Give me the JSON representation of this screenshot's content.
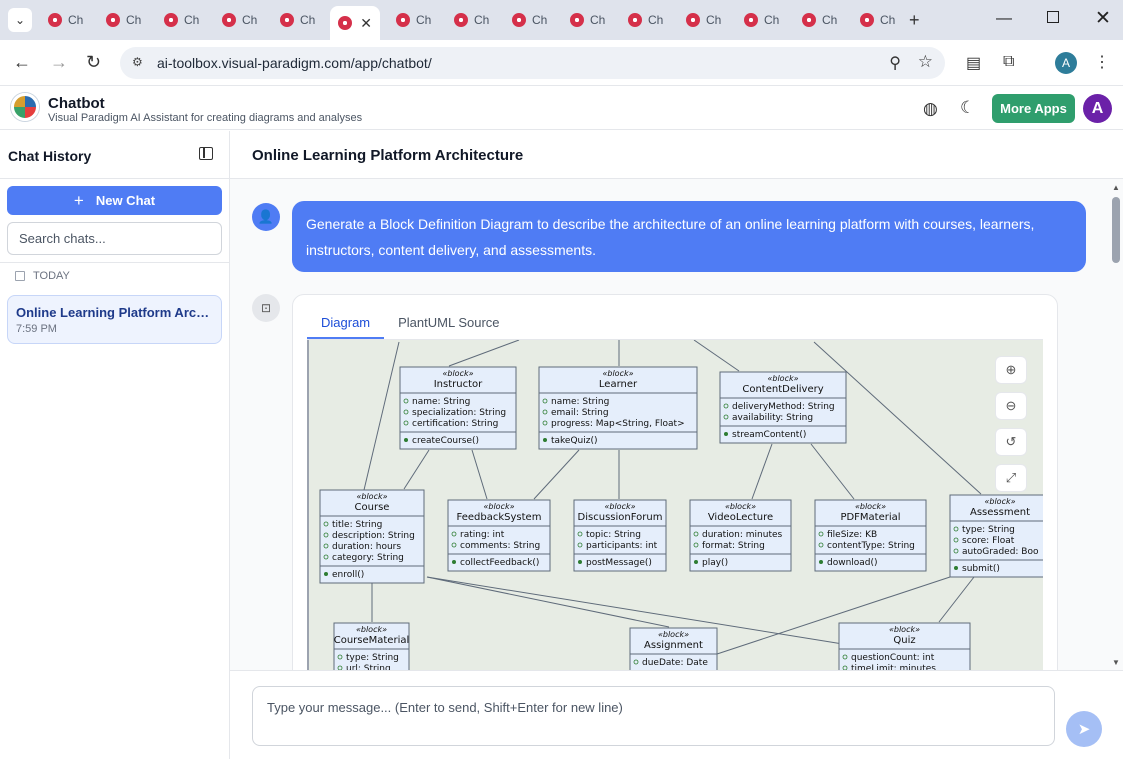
{
  "browser": {
    "tabs": [
      {
        "label": "Ch"
      },
      {
        "label": "Ch"
      },
      {
        "label": "Ch"
      },
      {
        "label": "Ch"
      },
      {
        "label": "Ch"
      },
      {
        "label": "",
        "active": true
      },
      {
        "label": "Ch"
      },
      {
        "label": "Ch"
      },
      {
        "label": "Ch"
      },
      {
        "label": "Ch"
      },
      {
        "label": "Ch"
      },
      {
        "label": "Ch"
      },
      {
        "label": "Ch"
      },
      {
        "label": "Ch"
      },
      {
        "label": "Ch"
      }
    ],
    "url": "ai-toolbox.visual-paradigm.com/app/chatbot/",
    "profile_initial": "A"
  },
  "app": {
    "title": "Chatbot",
    "subtitle": "Visual Paradigm AI Assistant for creating diagrams and analyses",
    "more_apps_label": "More Apps",
    "avatar_initial": "A",
    "accent_color": "#4f7cf4",
    "more_apps_color": "#2f9e6d"
  },
  "sidebar": {
    "title": "Chat History",
    "new_chat_label": "New Chat",
    "search_placeholder": "Search chats...",
    "group_label": "TODAY",
    "items": [
      {
        "title": "Online Learning Platform Architecture",
        "time": "7:59 PM"
      }
    ]
  },
  "main": {
    "title": "Online Learning Platform Architecture",
    "user_message": "Generate a Block Definition Diagram to describe the architecture of an online learning platform with courses, learners, instructors, content delivery, and assessments.",
    "tabs": [
      {
        "label": "Diagram",
        "active": true
      },
      {
        "label": "PlantUML Source",
        "active": false
      }
    ],
    "composer_placeholder": "Type your message... (Enter to send, Shift+Enter for new line)"
  },
  "diagram": {
    "stereotype": "«block»",
    "blocks": [
      {
        "name": "Instructor",
        "attrs": [
          "name: String",
          "specialization: String",
          "certification: String"
        ],
        "ops": [
          "createCourse()"
        ]
      },
      {
        "name": "Learner",
        "attrs": [
          "name: String",
          "email: String",
          "progress: Map<String, Float>"
        ],
        "ops": [
          "takeQuiz()"
        ]
      },
      {
        "name": "ContentDelivery",
        "attrs": [
          "deliveryMethod: String",
          "availability: String"
        ],
        "ops": [
          "streamContent()"
        ]
      },
      {
        "name": "Course",
        "attrs": [
          "title: String",
          "description: String",
          "duration: hours",
          "category: String"
        ],
        "ops": [
          "enroll()"
        ]
      },
      {
        "name": "FeedbackSystem",
        "attrs": [
          "rating: int",
          "comments: String"
        ],
        "ops": [
          "collectFeedback()"
        ]
      },
      {
        "name": "DiscussionForum",
        "attrs": [
          "topic: String",
          "participants: int"
        ],
        "ops": [
          "postMessage()"
        ]
      },
      {
        "name": "VideoLecture",
        "attrs": [
          "duration: minutes",
          "format: String"
        ],
        "ops": [
          "play()"
        ]
      },
      {
        "name": "PDFMaterial",
        "attrs": [
          "fileSize: KB",
          "contentType: String"
        ],
        "ops": [
          "download()"
        ]
      },
      {
        "name": "Assessment",
        "attrs": [
          "type: String",
          "score: Float",
          "autoGraded: Boo"
        ],
        "ops": [
          "submit()"
        ]
      },
      {
        "name": "CourseMaterial",
        "attrs": [
          "type: String",
          "url: String"
        ],
        "ops": []
      },
      {
        "name": "Assignment",
        "attrs": [
          "dueDate: Date"
        ],
        "ops": []
      },
      {
        "name": "Quiz",
        "attrs": [
          "questionCount: int",
          "timeLimit: minutes"
        ],
        "ops": []
      }
    ]
  }
}
